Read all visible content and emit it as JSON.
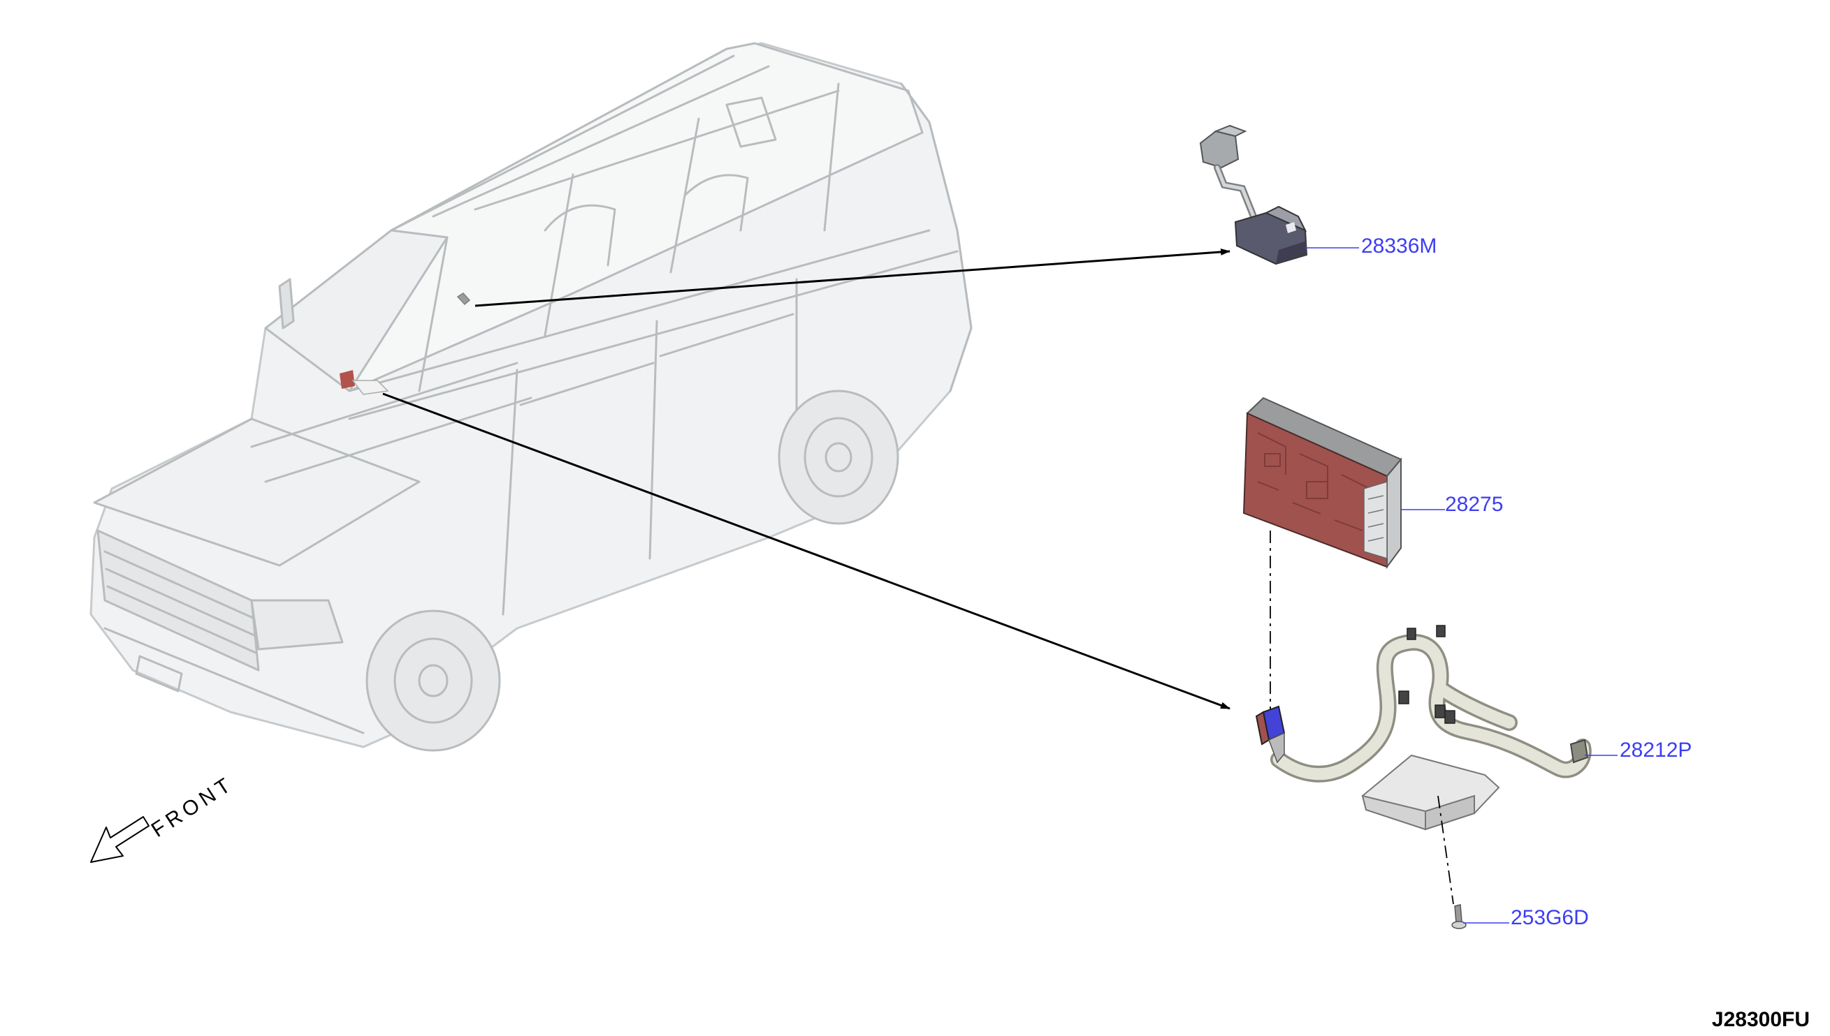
{
  "colors": {
    "label": "#3d3df2",
    "line": "#000000",
    "vehicle": "#b8bcbe",
    "module_red": "#a0524f",
    "connector_blue": "#4343d8",
    "harness": "#e4e4d8"
  },
  "vehicle": {
    "direction_label": "FRONT",
    "direction_icon": "arrow-front-icon"
  },
  "parts": [
    {
      "id": "p1",
      "label": "28336M"
    },
    {
      "id": "p2",
      "label": "28275"
    },
    {
      "id": "p3",
      "label": "28212P"
    },
    {
      "id": "p4",
      "label": "253G6D"
    }
  ],
  "figure_code": "J28300FU"
}
